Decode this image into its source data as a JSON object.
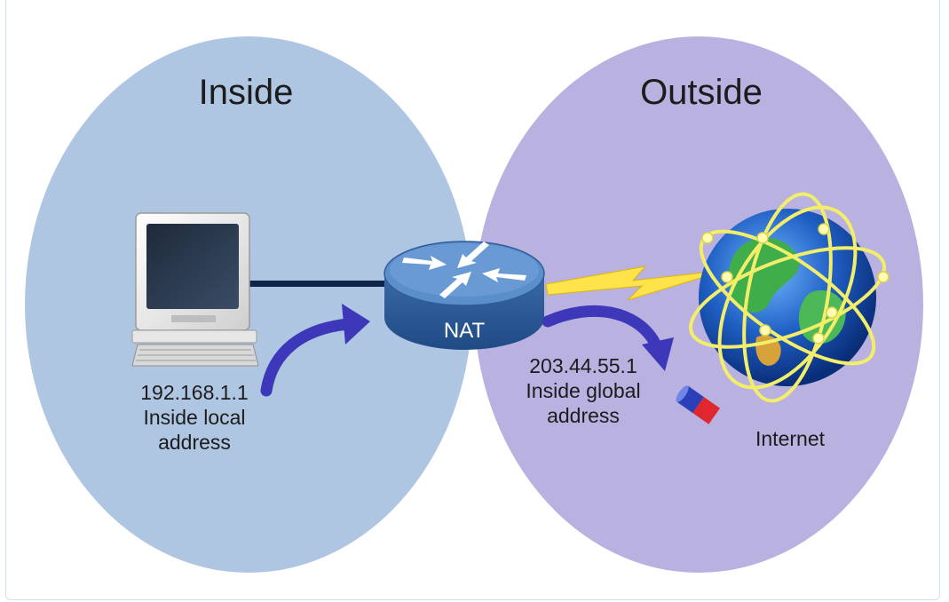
{
  "diagram": {
    "inside_title": "Inside",
    "outside_title": "Outside",
    "router_label": "NAT",
    "inside_address": {
      "ip": "192.168.1.1",
      "line1": "Inside local",
      "line2": "address"
    },
    "global_address": {
      "ip": "203.44.55.1",
      "line1": "Inside global",
      "line2": "address"
    },
    "internet_label": "Internet"
  },
  "colors": {
    "inside_zone": "#afc6e3",
    "outside_zone": "#b9b1e0",
    "router": "#3f72ae",
    "arrow": "#3d38b9",
    "lightning": "#ffe34a"
  }
}
